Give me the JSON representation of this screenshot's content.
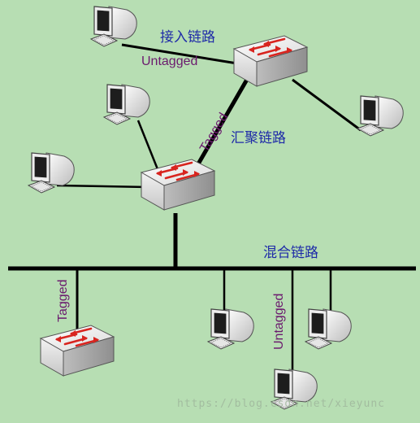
{
  "labels": {
    "access_link": "接入链路",
    "untagged_top": "Untagged",
    "tagged_uplink": "Tagged",
    "trunk_link": "汇聚链路",
    "hybrid_link": "混合链路",
    "tagged_left": "Tagged",
    "untagged_bottom": "Untagged"
  },
  "watermark": "https://blog.csdn.net/xieyunc",
  "colors": {
    "background": "#b7deb3",
    "link_line": "#000000",
    "switch_arrow": "#d8241f",
    "label_blue": "#1e2aa8",
    "label_purple": "#6b1a6e"
  },
  "icons": [
    "computer-icon",
    "switch-icon"
  ]
}
